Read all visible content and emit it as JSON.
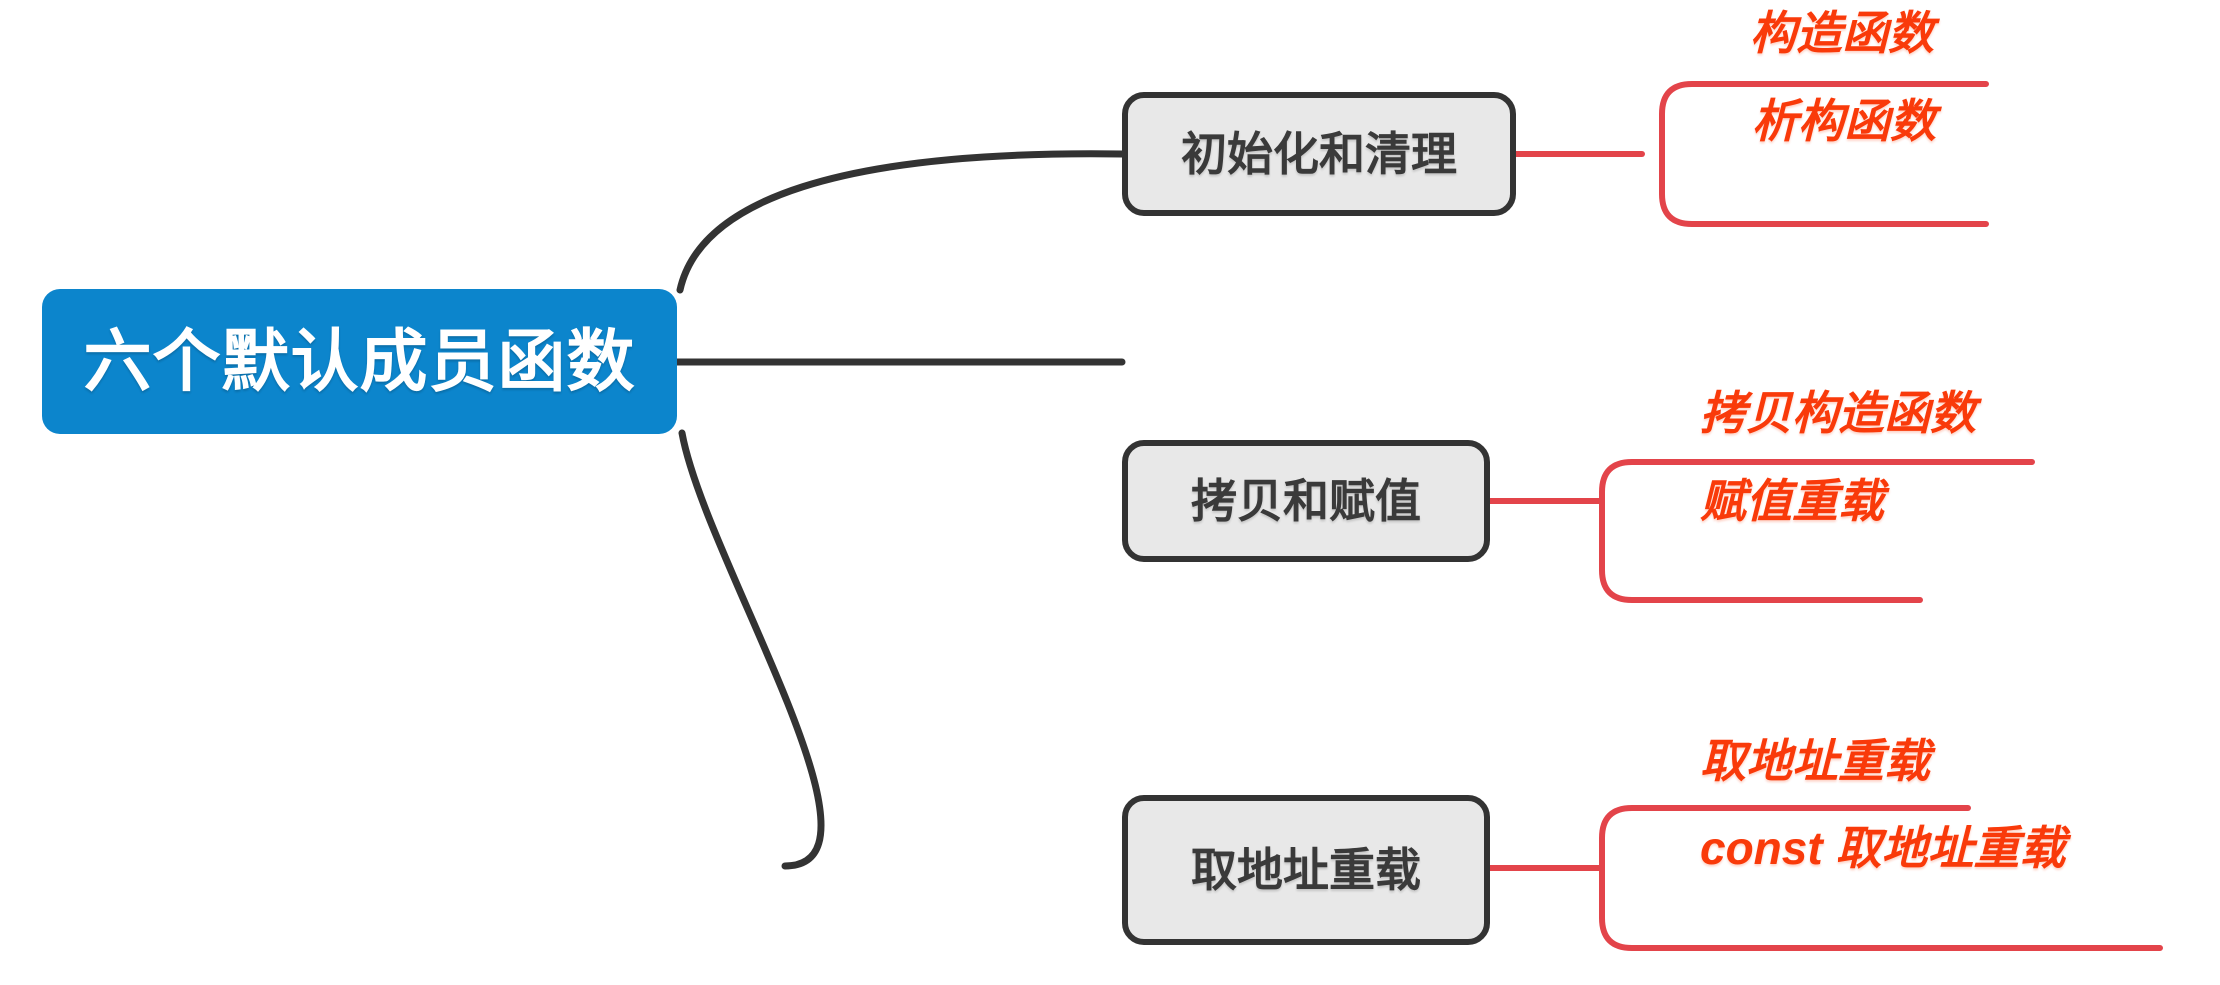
{
  "diagram": {
    "title": "六个默认成员函数",
    "type": "mind-map",
    "colors": {
      "root_fill": "#0c85cc",
      "root_text": "#ffffff",
      "branch_fill": "#e8e8e8",
      "branch_border": "#333333",
      "branch_text": "#3a3a3a",
      "leaf_text": "#f93a0a",
      "leaf_connector": "#e3444a",
      "root_connector": "#333333",
      "background": "#ffffff"
    },
    "root": {
      "label": "六个默认成员函数"
    },
    "branches": [
      {
        "label": "初始化和清理",
        "leaves": [
          {
            "label": "构造函数"
          },
          {
            "label": "析构函数"
          }
        ]
      },
      {
        "label": "拷贝和赋值",
        "leaves": [
          {
            "label": "拷贝构造函数"
          },
          {
            "label": "赋值重载"
          }
        ]
      },
      {
        "label": "取地址重载",
        "leaves": [
          {
            "label": "取地址重载"
          },
          {
            "label": "const 取地址重载"
          }
        ]
      }
    ]
  }
}
